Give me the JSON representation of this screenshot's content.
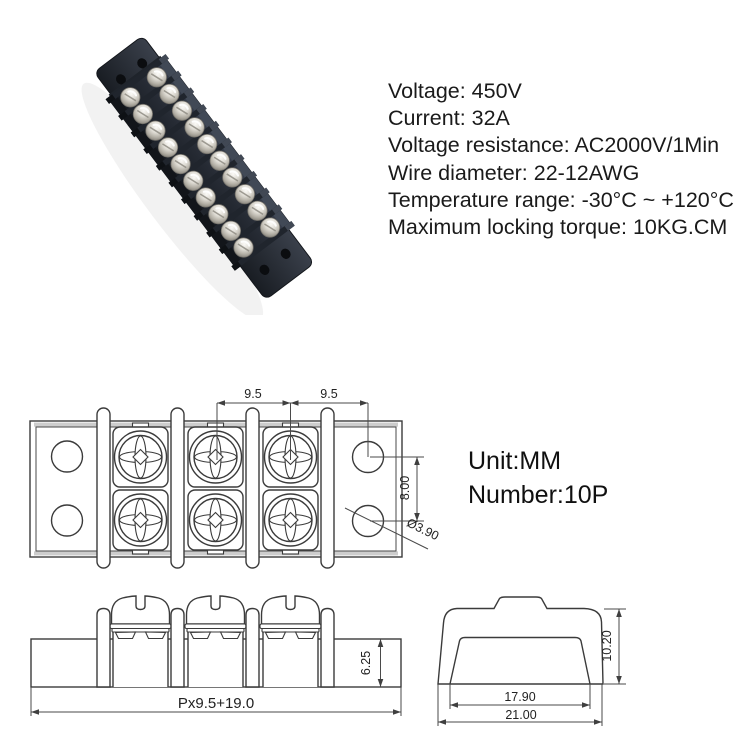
{
  "photo": {
    "alt": "10-position dual-row screw barrier terminal block"
  },
  "specs": {
    "lines": [
      "Voltage: 450V",
      "Current: 32A",
      "Voltage resistance: AC2000V/1Min",
      "Wire diameter: 22-12AWG",
      "Temperature range: -30°C ~ +120°C",
      "Maximum locking torque: 10KG.CM"
    ]
  },
  "drawing": {
    "unit_label": "Unit:MM",
    "number_label": "Number:10P",
    "top_view": {
      "pitch_dim_1": "9.5",
      "pitch_dim_2": "9.5",
      "hole_spacing_dim": "8.00",
      "hole_diameter_dim": "Ø3.90"
    },
    "front_view": {
      "base_height_dim": "6.25",
      "total_length_dim": "Px9.5+19.0"
    },
    "side_view": {
      "height_dim": "10.20",
      "inner_width_dim": "17.90",
      "outer_width_dim": "21.00"
    }
  },
  "colors": {
    "line": "#3b3b3b",
    "text": "#1a1a1a",
    "photo_body_dark": "#181c22",
    "photo_body_light": "#3a4150",
    "photo_screw": "#dedbd3"
  }
}
